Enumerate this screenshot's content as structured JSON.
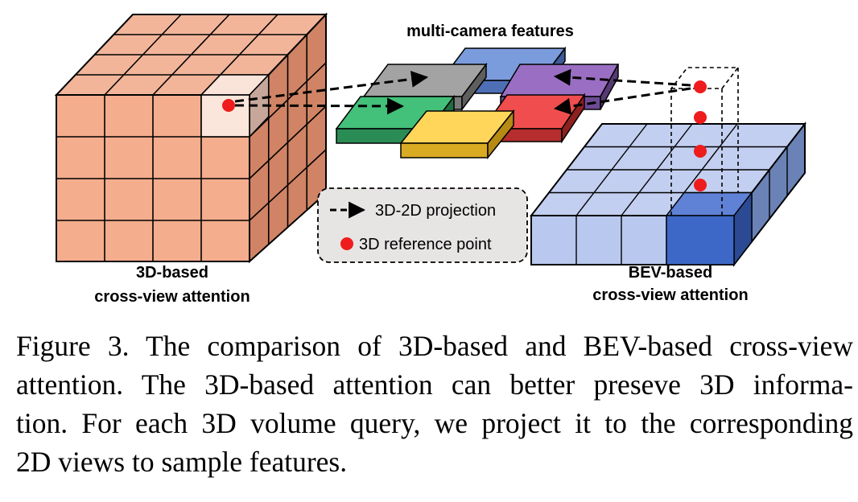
{
  "figure": {
    "title": "multi-camera features",
    "left_label": {
      "line1": "3D-based",
      "line2": "cross-view attention"
    },
    "right_label": {
      "line1": "BEV-based",
      "line2": "cross-view attention"
    },
    "legend": {
      "projection": "3D-2D projection",
      "reference_point": "3D reference point"
    },
    "colors": {
      "cube": "#f4ad8d",
      "bev": "#c3cff0",
      "camera_gray": "#a0a0a0",
      "camera_blue": "#6f93d9",
      "camera_purple": "#9a6ec2",
      "camera_green": "#43c07a",
      "camera_yellow": "#ffd65a",
      "camera_red": "#f04e4e",
      "reference_point": "#ee1c1c"
    }
  },
  "caption": {
    "line1": "Figure 3. The comparison of 3D-based and BEV-based cross-view",
    "line2": "attention. The 3D-based attention can better preseve 3D informa-",
    "line3": "tion. For each 3D volume query, we project it to the corresponding",
    "line4": "2D views to sample features."
  }
}
